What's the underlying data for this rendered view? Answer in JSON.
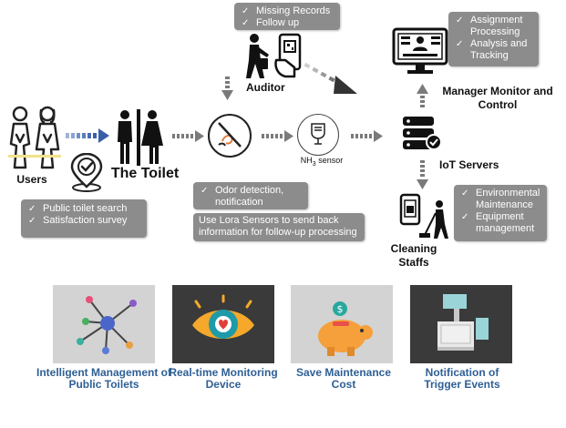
{
  "nodes": {
    "users": "Users",
    "toilet": "The Toilet",
    "auditor": "Auditor",
    "manager": "Manager Monitor and Control",
    "iot": "IoT Servers",
    "cleaning": "Cleaning Staffs",
    "sensor_nh": "NH",
    "sensor_sub": "3",
    "sensor_word": " sensor"
  },
  "boxes": {
    "auditor_items": [
      "Missing Records",
      "Follow up"
    ],
    "manager_items": [
      "Assignment Processing",
      "Analysis and Tracking"
    ],
    "users_items": [
      "Public toilet search",
      "Satisfaction survey"
    ],
    "odor_items": [
      "Odor detection, notification"
    ],
    "lora_text": "Use Lora Sensors to send back information for follow-up processing",
    "cleaning_items": [
      "Environmental Maintenance",
      "Equipment management"
    ]
  },
  "features": [
    {
      "icon": "network-icon",
      "caption": "Intelligent Management of Public Toilets"
    },
    {
      "icon": "eye-icon",
      "caption": "Real-time Monitoring Device"
    },
    {
      "icon": "piggy-bank-icon",
      "caption": "Save Maintenance Cost"
    },
    {
      "icon": "devices-icon",
      "caption": "Notification of Trigger Events"
    }
  ],
  "colors": {
    "box_gray": "#8c8c8c",
    "caption_blue": "#2e5f95",
    "arrow_gray": "#7a7a7a",
    "arrow_blue": "#3a5fa8",
    "tile_light": "#d3d3d3",
    "tile_dark": "#3a3a3a"
  }
}
